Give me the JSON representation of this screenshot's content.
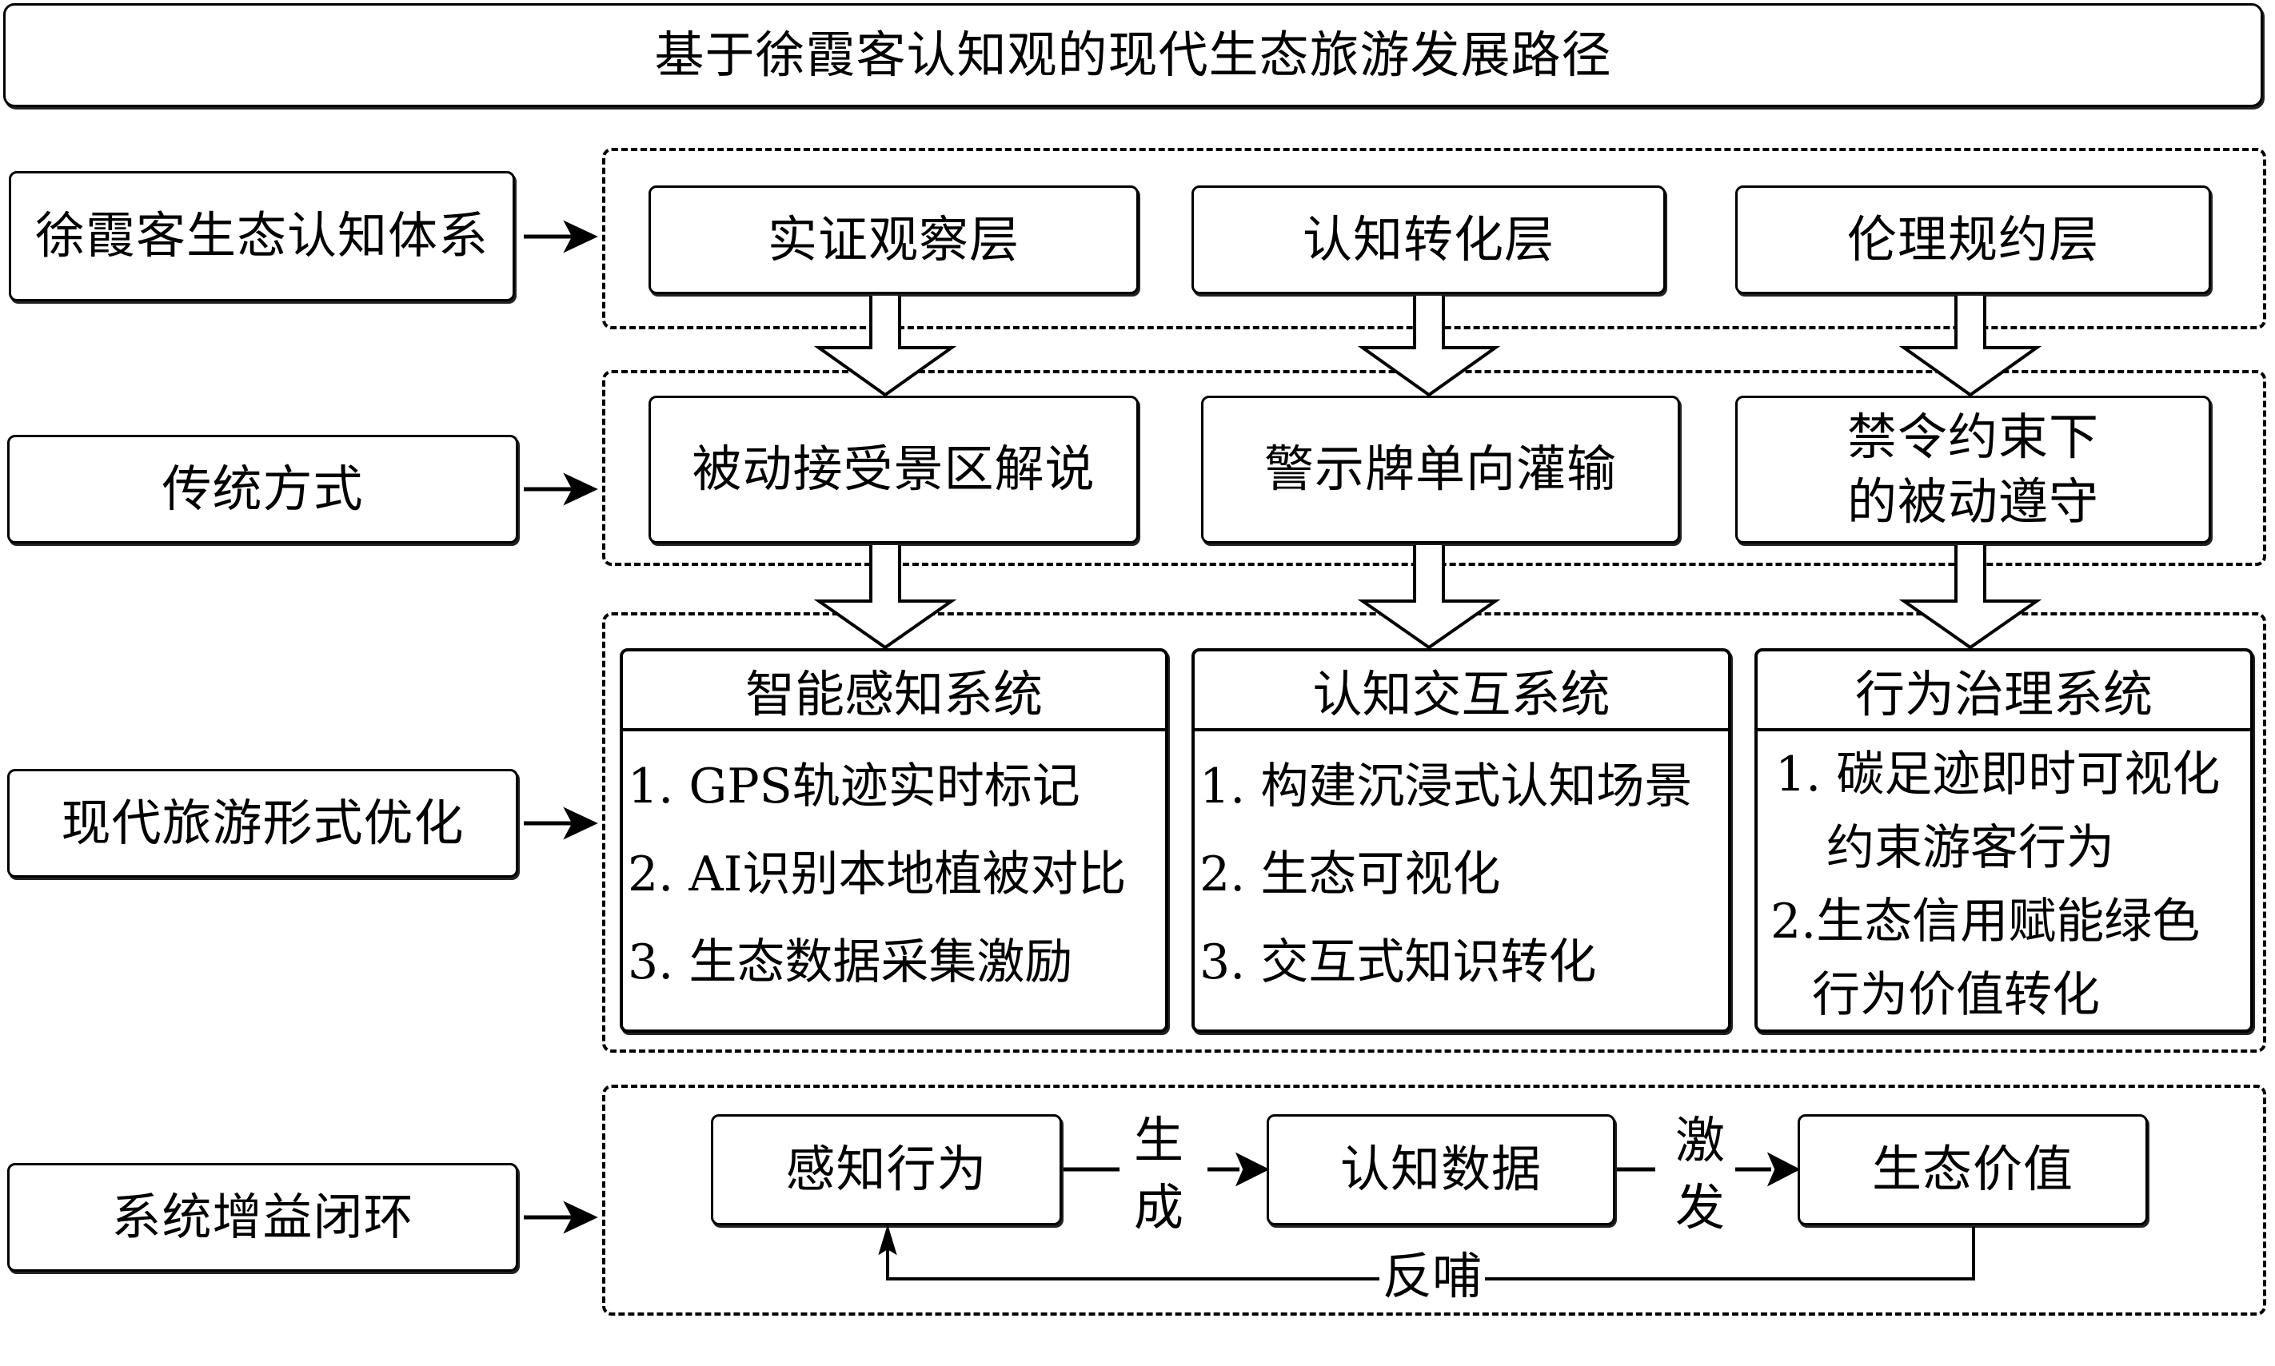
{
  "title": "基于徐霞客认知观的现代生态旅游发展路径",
  "rows": [
    {
      "label": "徐霞客生态认知体系",
      "boxes": [
        "实证观察层",
        "认知转化层",
        "伦理规约层"
      ]
    },
    {
      "label": "传统方式",
      "boxes": [
        "被动接受景区解说",
        "警示牌单向灌输",
        "禁令约束下\n的被动遵守"
      ]
    },
    {
      "label": "现代旅游形式优化"
    },
    {
      "label": "系统增益闭环"
    }
  ],
  "systems": [
    {
      "title": "智能感知系统",
      "items": [
        "1. GPS轨迹实时标记",
        "2. AI识别本地植被对比",
        "3. 生态数据采集激励"
      ]
    },
    {
      "title": "认知交互系统",
      "items": [
        "1. 构建沉浸式认知场景",
        "2. 生态可视化",
        "3. 交互式知识转化"
      ]
    },
    {
      "title": "行为治理系统",
      "items": [
        "1. 碳足迹即时可视化",
        "   约束游客行为",
        "2.生态信用赋能绿色",
        "  行为价值转化"
      ]
    }
  ],
  "loop": {
    "nodes": [
      "感知行为",
      "认知数据",
      "生态价值"
    ],
    "edge1_label_top": "生",
    "edge1_label_bottom": "成",
    "edge2_label_top": "激",
    "edge2_label_bottom": "发",
    "feedback_label": "反哺"
  },
  "row2_box3_line1": "禁令约束下",
  "row2_box3_line2": "的被动遵守",
  "system3_items": [
    "1. 碳足迹即时可视化",
    "约束游客行为",
    "2.生态信用赋能绿色",
    "行为价值转化"
  ]
}
